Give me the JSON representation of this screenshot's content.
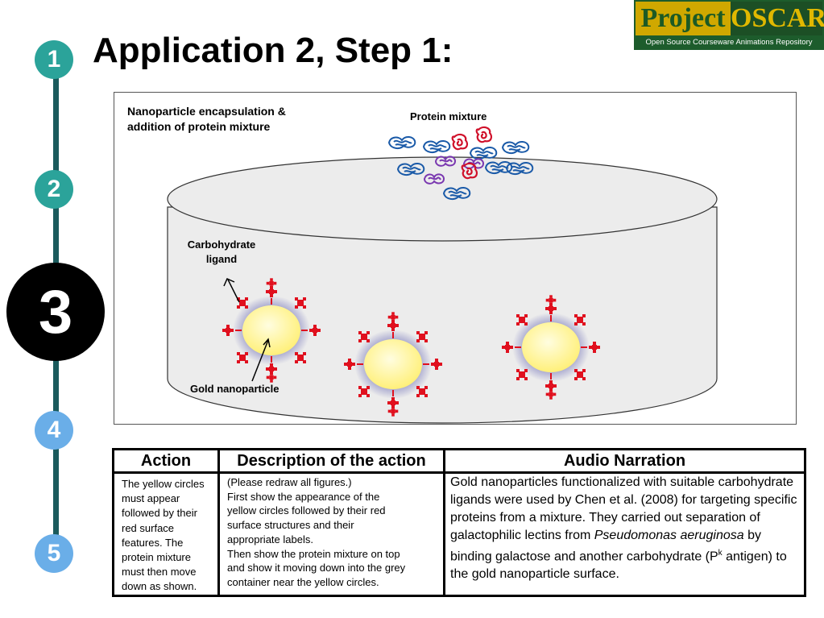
{
  "slide": {
    "title": "Application 2, Step 1:",
    "logo": {
      "word1": "Project",
      "word2": "OSCAR",
      "subtitle": "Open Source Courseware Animations Repository"
    },
    "steps": [
      {
        "num": "1",
        "color": "#2ba39a",
        "active": false
      },
      {
        "num": "2",
        "color": "#2ba39a",
        "active": false
      },
      {
        "num": "3",
        "color": "#000000",
        "active": true
      },
      {
        "num": "4",
        "color": "#6aaee8",
        "active": false
      },
      {
        "num": "5",
        "color": "#6aaee8",
        "active": false
      }
    ]
  },
  "figure": {
    "heading_line1": "Nanoparticle encapsulation &",
    "heading_line2": "addition of protein mixture",
    "protein_label": "Protein mixture",
    "ligand_label_line1": "Carbohydrate",
    "ligand_label_line2": "ligand",
    "gold_label": "Gold nanoparticle",
    "colors": {
      "blue_protein": "#1a5aa8",
      "purple_protein": "#7a38b0",
      "red_protein": "#d0102a",
      "ligand": "#e0101e",
      "particle": "#fff59a",
      "container": "#ececec"
    }
  },
  "table": {
    "headers": {
      "action": "Action",
      "description": "Description of the action",
      "audio": "Audio Narration"
    },
    "action_text": "The yellow circles\nmust appear\nfollowed by their\nred surface\nfeatures. The\nprotein mixture\nmust then move\ndown as shown.",
    "description_text": "(Please redraw all figures.)\nFirst show the appearance of the\nyellow circles followed by their red\nsurface structures and their\nappropriate labels.\nThen show the protein mixture on top\nand show it moving down into the grey\ncontainer near the yellow circles.",
    "audio": {
      "part1": "Gold nanoparticles functionalized with suitable carbohydrate ligands were used by Chen et al. (2008) for targeting specific proteins from a mixture. They carried out separation of galactophilic lectins from ",
      "italic": "Pseudomonas aeruginosa",
      "part2": " by binding galactose and another carbohydrate (P",
      "sup": "k",
      "part3": " antigen) to the gold nanoparticle surface."
    }
  }
}
